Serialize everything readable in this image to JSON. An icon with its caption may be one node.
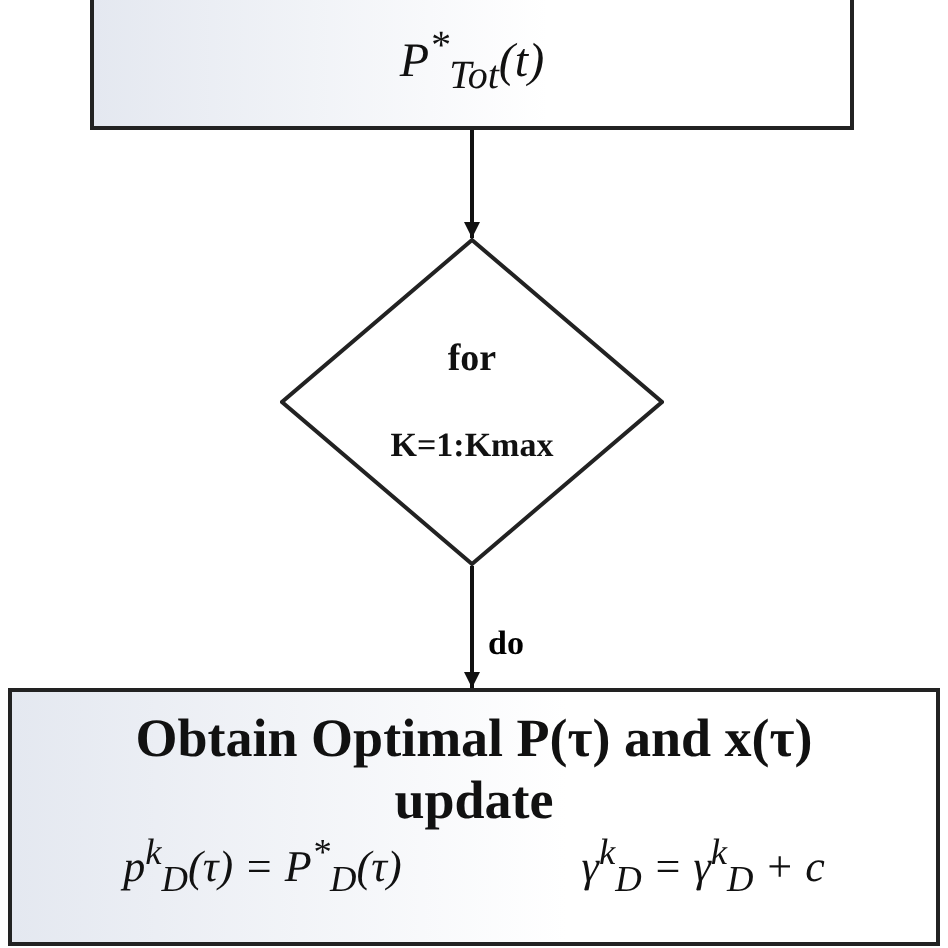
{
  "diagram": {
    "nodes": [
      {
        "text": [
          "P$^{*}$$_{Tot}$(t)"
        ]
      },
      {
        "text": [
          "for",
          "K=1:Kmax"
        ]
      },
      {
        "text": [
          "Obtain Optimal P(τ) and x(τ) update",
          "p$^{k}$$_{D}$(τ) = P$^{*}$$_{D}$(τ)",
          "γ$^{k}$$_{D}$ = γ$^{k}$$_{D}$ + c"
        ]
      }
    ],
    "edges": [
      {
        "from": 0,
        "to": 1,
        "arrow": "to"
      },
      {
        "from": 1,
        "to": 2,
        "arrow": "to",
        "label": "do"
      }
    ]
  }
}
